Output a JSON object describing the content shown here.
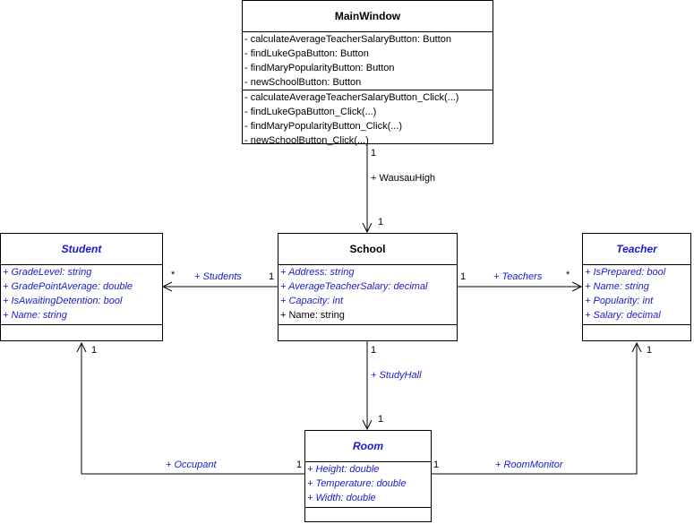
{
  "main_window": {
    "name": "MainWindow",
    "fields": [
      "- calculateAverageTeacherSalaryButton: Button",
      "- findLukeGpaButton: Button",
      "- findMaryPopularityButton: Button",
      "- newSchoolButton: Button"
    ],
    "methods": [
      "- calculateAverageTeacherSalaryButton_Click(...)",
      "- findLukeGpaButton_Click(...)",
      "- findMaryPopularityButton_Click(...)",
      "- newSchoolButton_Click(...)"
    ]
  },
  "student": {
    "name": "Student",
    "fields": [
      "+ GradeLevel: string",
      "+ GradePointAverage: double",
      "+ IsAwaitingDetention: bool",
      "+ Name: string"
    ]
  },
  "school": {
    "name": "School",
    "fields": [
      "+ Address: string",
      "+ AverageTeacherSalary: decimal",
      "+ Capacity: int"
    ],
    "plain_fields": [
      "+ Name: string"
    ]
  },
  "teacher": {
    "name": "Teacher",
    "fields": [
      "+ IsPrepared: bool",
      "+ Name: string",
      "+ Popularity: int",
      "+ Salary: decimal"
    ]
  },
  "room": {
    "name": "Room",
    "fields": [
      "+ Height: double",
      "+ Temperature: double",
      "+ Width: double"
    ]
  },
  "associations": {
    "wausau": {
      "label": "+ WausauHigh",
      "src_mult": "1",
      "dst_mult": "1"
    },
    "students": {
      "label": "+ Students",
      "src_mult": "1",
      "dst_mult": "*"
    },
    "teachers": {
      "label": "+ Teachers",
      "src_mult": "1",
      "dst_mult": "*"
    },
    "studyhall": {
      "label": "+ StudyHall",
      "src_mult": "1",
      "dst_mult": "1"
    },
    "occupant": {
      "label": "+ Occupant",
      "src_mult": "1",
      "dst_mult": "1"
    },
    "roommonitor": {
      "label": "+ RoomMonitor",
      "src_mult": "1",
      "dst_mult": "1"
    }
  },
  "colors": {
    "accent": "#1a1acc",
    "line": "#000000"
  }
}
